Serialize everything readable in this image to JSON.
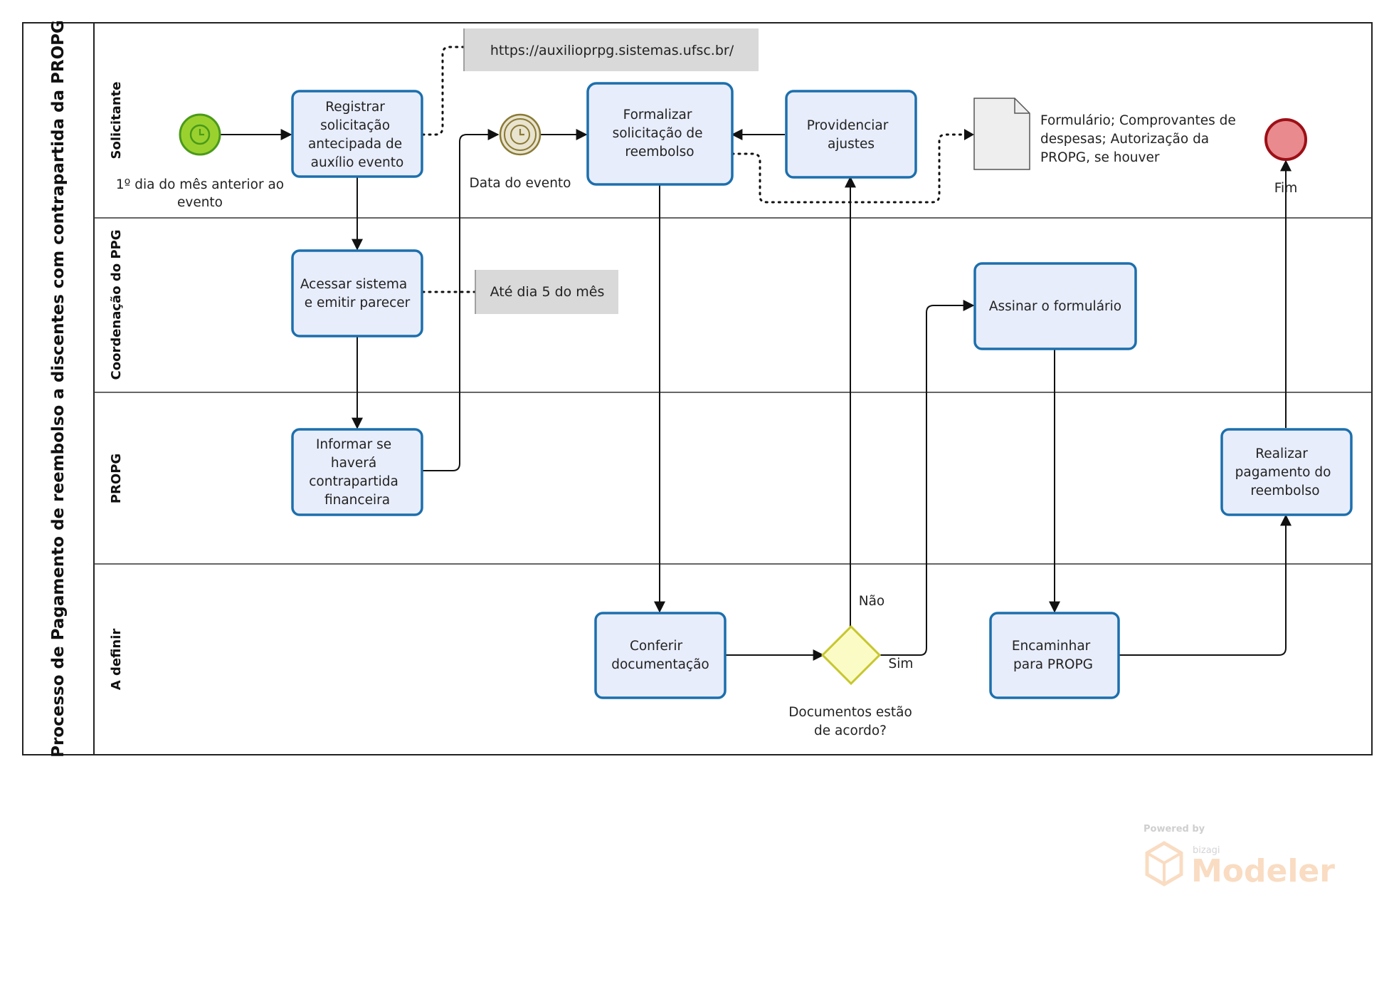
{
  "pool": {
    "title": "Processo de Pagamento de reembolso a discentes com contrapartida da PROPG"
  },
  "lanes": [
    {
      "id": "solicitante",
      "label": "Solicitante"
    },
    {
      "id": "coordenacao",
      "label": "Coordenação do PPG"
    },
    {
      "id": "propg",
      "label": "PROPG"
    },
    {
      "id": "adefinir",
      "label": "A definir"
    }
  ],
  "events": {
    "start": {
      "label_lines": [
        "1º dia do mês anterior ao",
        "evento"
      ],
      "color": "#9bd12f"
    },
    "intermediate": {
      "label": "Data do evento",
      "color": "#a69245"
    },
    "end": {
      "label": "Fim",
      "color": "#e88a8e"
    }
  },
  "tasks": {
    "registrar": {
      "lines": [
        "Registrar",
        "solicitação",
        "antecipada de",
        "auxílio evento"
      ]
    },
    "formalizar": {
      "lines": [
        "Formalizar",
        "solicitação de",
        "reembolso"
      ]
    },
    "providenciar": {
      "lines": [
        "Providenciar",
        "ajustes"
      ]
    },
    "acessar": {
      "lines": [
        "Acessar sistema",
        "e emitir parecer"
      ]
    },
    "assinar": {
      "lines": [
        "Assinar o formulário"
      ]
    },
    "informar": {
      "lines": [
        "Informar se",
        "haverá",
        "contrapartida",
        "financeira"
      ]
    },
    "realizar": {
      "lines": [
        "Realizar",
        "pagamento do",
        "reembolso"
      ]
    },
    "conferir": {
      "lines": [
        "Conferir",
        "documentação"
      ]
    },
    "encaminhar": {
      "lines": [
        "Encaminhar",
        "para PROPG"
      ]
    }
  },
  "gateway": {
    "label_lines": [
      "Documentos estão",
      "de acordo?"
    ],
    "no_label": "Não",
    "yes_label": "Sim",
    "color": "#fbfbc6"
  },
  "annotations": {
    "url": "https://auxilioprpg.sistemas.ufsc.br/",
    "deadline": "Até dia 5 do mês"
  },
  "document": {
    "label_lines": [
      "Formulário; Comprovantes de",
      "despesas; Autorização da",
      "PROPG, se houver"
    ]
  },
  "watermark": {
    "powered": "Powered by",
    "brand": "bizagi",
    "product": "Modeler"
  }
}
